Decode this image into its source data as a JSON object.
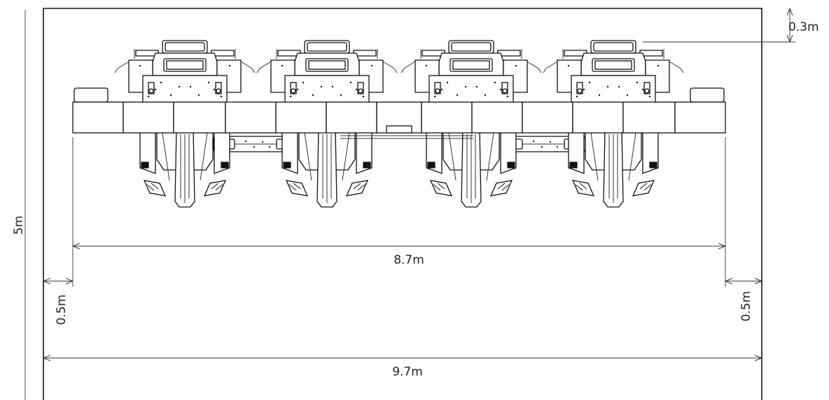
{
  "dimensions": {
    "height_label": "5m",
    "top_gap_label": "0.3m",
    "inner_width_label": "8.7m",
    "left_margin_label": "0.5m",
    "right_margin_label": "0.5m",
    "outer_width_label": "9.7m"
  },
  "machine": {
    "unit_count": 4
  },
  "colors": {
    "line": "#111111",
    "dimension": "#333333",
    "background": "#ffffff"
  }
}
